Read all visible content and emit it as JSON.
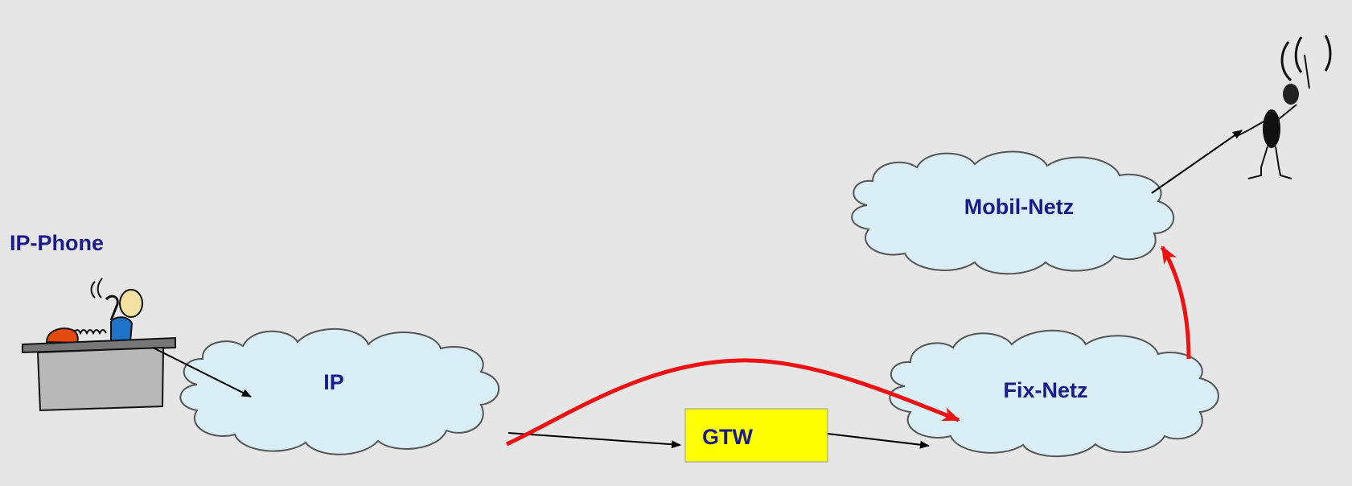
{
  "labels": {
    "ip_phone": "IP-Phone",
    "ip": "IP",
    "gtw": "GTW",
    "fix_netz": "Fix-Netz",
    "mobil_netz": "Mobil-Netz"
  },
  "colors": {
    "background": "#e6e6e6",
    "cloud_fill": "#d9eef7",
    "label_text": "#1a1a8c",
    "gateway_fill": "#ffff00",
    "call_path": "#ee1111",
    "connector": "#000000"
  }
}
